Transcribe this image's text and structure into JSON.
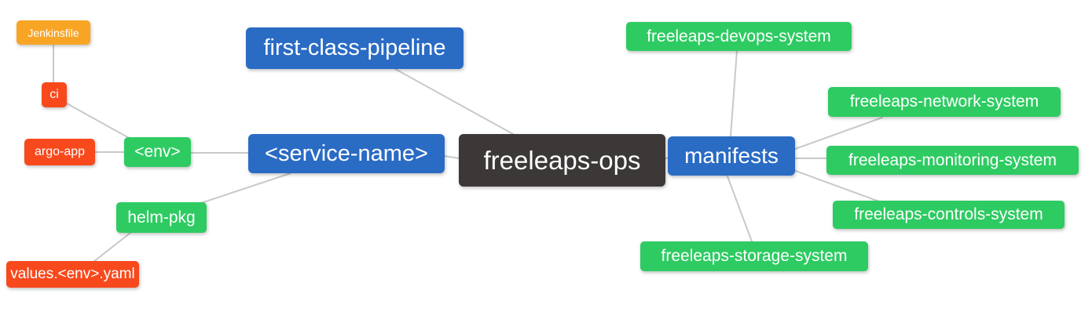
{
  "diagram": {
    "title": "freeleaps-ops repository mind map",
    "root": {
      "label": "freeleaps-ops"
    },
    "nodes": {
      "freeleaps_ops": {
        "label": "freeleaps-ops"
      },
      "first_class_pipeline": {
        "label": "first-class-pipeline"
      },
      "service_name": {
        "label": "<service-name>"
      },
      "env": {
        "label": "<env>"
      },
      "ci": {
        "label": "ci"
      },
      "jenkinsfile": {
        "label": "Jenkinsfile"
      },
      "argo_app": {
        "label": "argo-app"
      },
      "helm_pkg": {
        "label": "helm-pkg"
      },
      "values_env_yaml": {
        "label": "values.<env>.yaml"
      },
      "manifests": {
        "label": "manifests"
      },
      "devops_system": {
        "label": "freeleaps-devops-system"
      },
      "network_system": {
        "label": "freeleaps-network-system"
      },
      "monitoring_system": {
        "label": "freeleaps-monitoring-system"
      },
      "controls_system": {
        "label": "freeleaps-controls-system"
      },
      "storage_system": {
        "label": "freeleaps-storage-system"
      }
    },
    "edges": [
      {
        "from": "freeleaps-ops",
        "to": "first-class-pipeline"
      },
      {
        "from": "freeleaps-ops",
        "to": "<service-name>"
      },
      {
        "from": "freeleaps-ops",
        "to": "manifests"
      },
      {
        "from": "<service-name>",
        "to": "<env>"
      },
      {
        "from": "<service-name>",
        "to": "helm-pkg"
      },
      {
        "from": "<env>",
        "to": "ci"
      },
      {
        "from": "<env>",
        "to": "argo-app"
      },
      {
        "from": "ci",
        "to": "Jenkinsfile"
      },
      {
        "from": "helm-pkg",
        "to": "values.<env>.yaml"
      },
      {
        "from": "manifests",
        "to": "freeleaps-devops-system"
      },
      {
        "from": "manifests",
        "to": "freeleaps-network-system"
      },
      {
        "from": "manifests",
        "to": "freeleaps-monitoring-system"
      },
      {
        "from": "manifests",
        "to": "freeleaps-controls-system"
      },
      {
        "from": "manifests",
        "to": "freeleaps-storage-system"
      }
    ],
    "colors": {
      "root_bg": "#3b3837",
      "branch_bg": "#2a6bc4",
      "leaf_bg": "#2ecb62",
      "alert_bg": "#f8491d",
      "file_bg": "#f8a525",
      "connector": "#c9c9c9",
      "text": "#ffffff"
    }
  }
}
